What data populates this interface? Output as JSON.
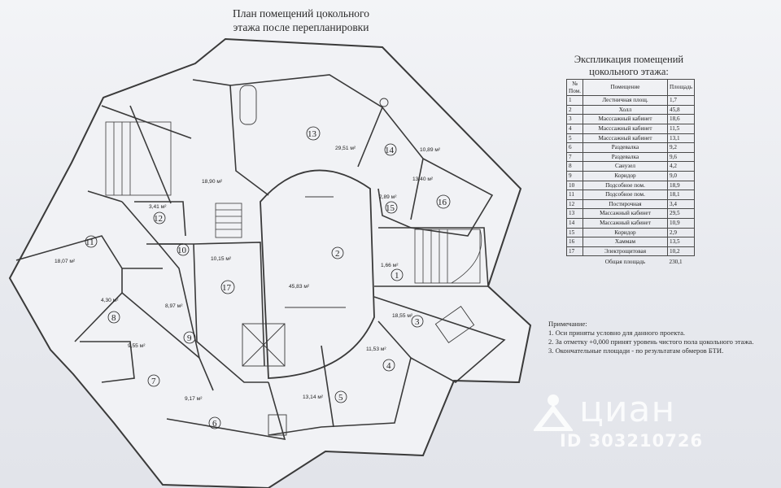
{
  "plan_title_line1": "План помещений цокольного",
  "plan_title_line2": "этажа после перепланировки",
  "explication": {
    "title_line1": "Экспликация помещений",
    "title_line2": "цокольного этажа:",
    "headers": [
      "№ Пом.",
      "Помещение",
      "Площадь"
    ],
    "rows": [
      [
        "1",
        "Лестничная площ.",
        "1,7"
      ],
      [
        "2",
        "Холл",
        "45,8"
      ],
      [
        "3",
        "Масссажный кабинет",
        "18,6"
      ],
      [
        "4",
        "Масссажный кабинет",
        "11,5"
      ],
      [
        "5",
        "Масссажный кабинет",
        "13,1"
      ],
      [
        "6",
        "Раздевалка",
        "9,2"
      ],
      [
        "7",
        "Раздевалка",
        "9,6"
      ],
      [
        "8",
        "Санузел",
        "4,2"
      ],
      [
        "9",
        "Коридор",
        "9,0"
      ],
      [
        "10",
        "Подсобное пом.",
        "18,9"
      ],
      [
        "11",
        "Подсобное пом.",
        "18,1"
      ],
      [
        "12",
        "Постирочная",
        "3,4"
      ],
      [
        "13",
        "Массажный кабинет",
        "29,5"
      ],
      [
        "14",
        "Массажный кабинет",
        "10,9"
      ],
      [
        "15",
        "Коридор",
        "2,9"
      ],
      [
        "16",
        "Хаммам",
        "13,5"
      ],
      [
        "17",
        "Электрощитовая",
        "10,2"
      ]
    ],
    "total_label": "Общая площадь",
    "total_value": "230,1"
  },
  "notes": {
    "heading": "Примечание:",
    "items": [
      "1. Оси приняты условно для данного проекта.",
      "2. За отметку +0,000 принят уровень чистого пола цокольного этажа.",
      "3. Окончательные площади - по результатам обмеров БТИ."
    ]
  },
  "plan": {
    "room_numbers": [
      "1",
      "2",
      "3",
      "4",
      "5",
      "6",
      "7",
      "8",
      "9",
      "10",
      "11",
      "12",
      "13",
      "14",
      "15",
      "16",
      "17"
    ],
    "areas": {
      "r2": "45,83 м²",
      "r3": "18,55 м²",
      "r4": "11,53 м²",
      "r5": "13,14 м²",
      "r6": "9,17 м²",
      "r7": "9,55 м²",
      "r8": "4,30 м²",
      "r9": "8,97 м²",
      "r10": "18,90 м²",
      "r11": "18,07 м²",
      "r12": "3,41 м²",
      "r13": "29,51 м²",
      "r14": "10,89 м²",
      "r15": "2,89 м²",
      "r16": "13,40 м²",
      "r17": "10,15 м²",
      "r1": "1,66 м²"
    }
  },
  "watermark": {
    "brand": "циан",
    "id": "ID 303210726"
  }
}
